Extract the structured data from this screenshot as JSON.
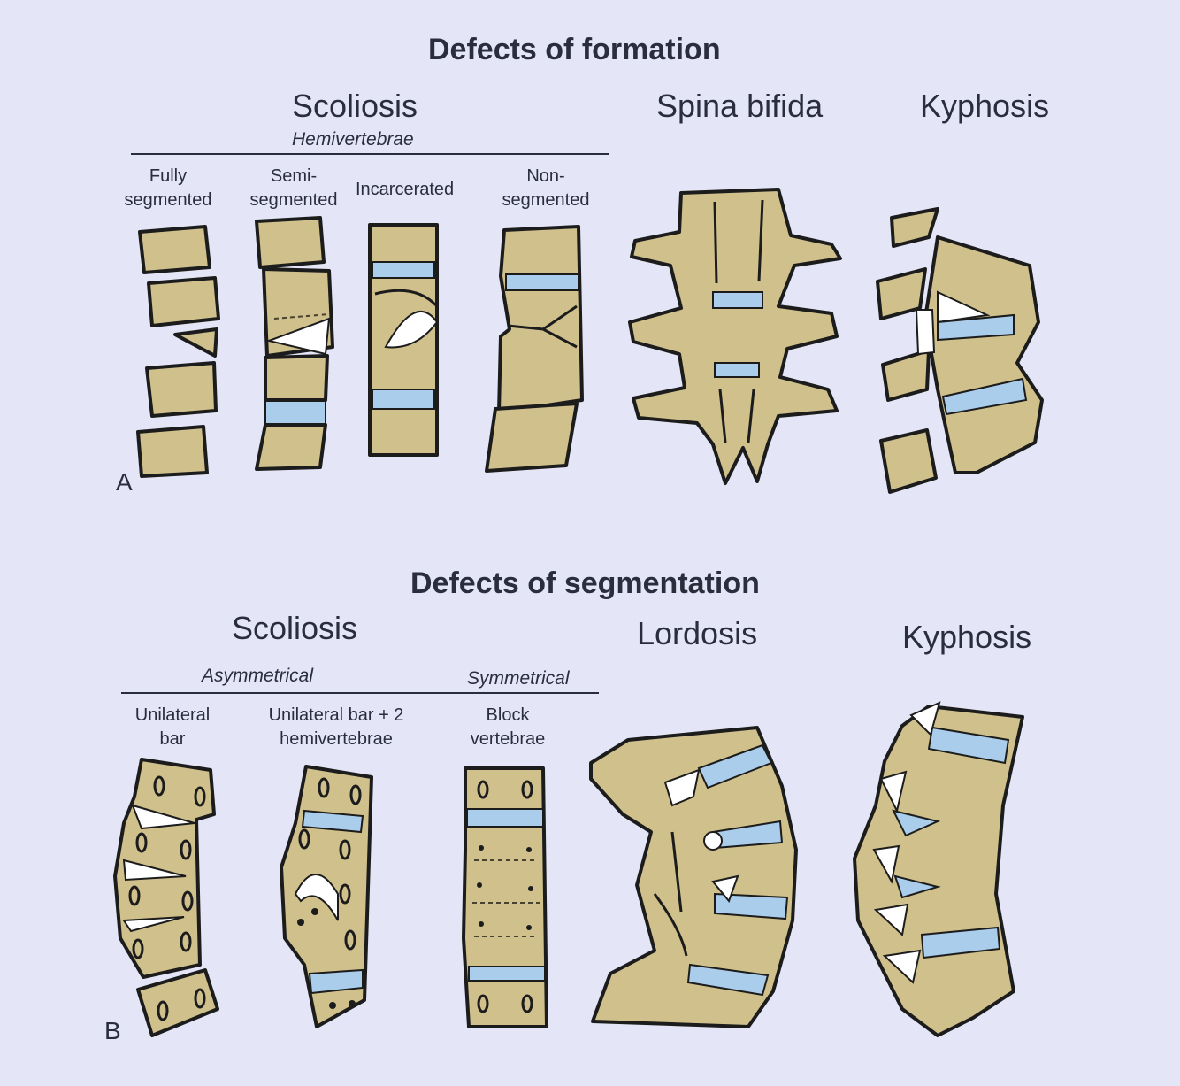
{
  "formation": {
    "title": "Defects of formation",
    "scoliosis": "Scoliosis",
    "hemivertebrae": "Hemivertebrae",
    "fully": "Fully segmented",
    "semi": "Semi- segmented",
    "incarcerated": "Incarcerated",
    "non": "Non- segmented",
    "spina_bifida": "Spina bifida",
    "kyphosis": "Kyphosis",
    "panel": "A"
  },
  "segmentation": {
    "title": "Defects of segmentation",
    "scoliosis": "Scoliosis",
    "asymmetrical": "Asymmetrical",
    "symmetrical": "Symmetrical",
    "unilateral_bar": "Unilateral bar",
    "unilateral_bar_hemi": "Unilateral bar + 2 hemivertebrae",
    "block": "Block vertebrae",
    "lordosis": "Lordosis",
    "kyphosis": "Kyphosis",
    "panel": "B"
  },
  "colors": {
    "background": "#e4e5f6",
    "bone": "#cfc08c",
    "disc": "#a9cdea",
    "outline": "#1c1c1c"
  }
}
